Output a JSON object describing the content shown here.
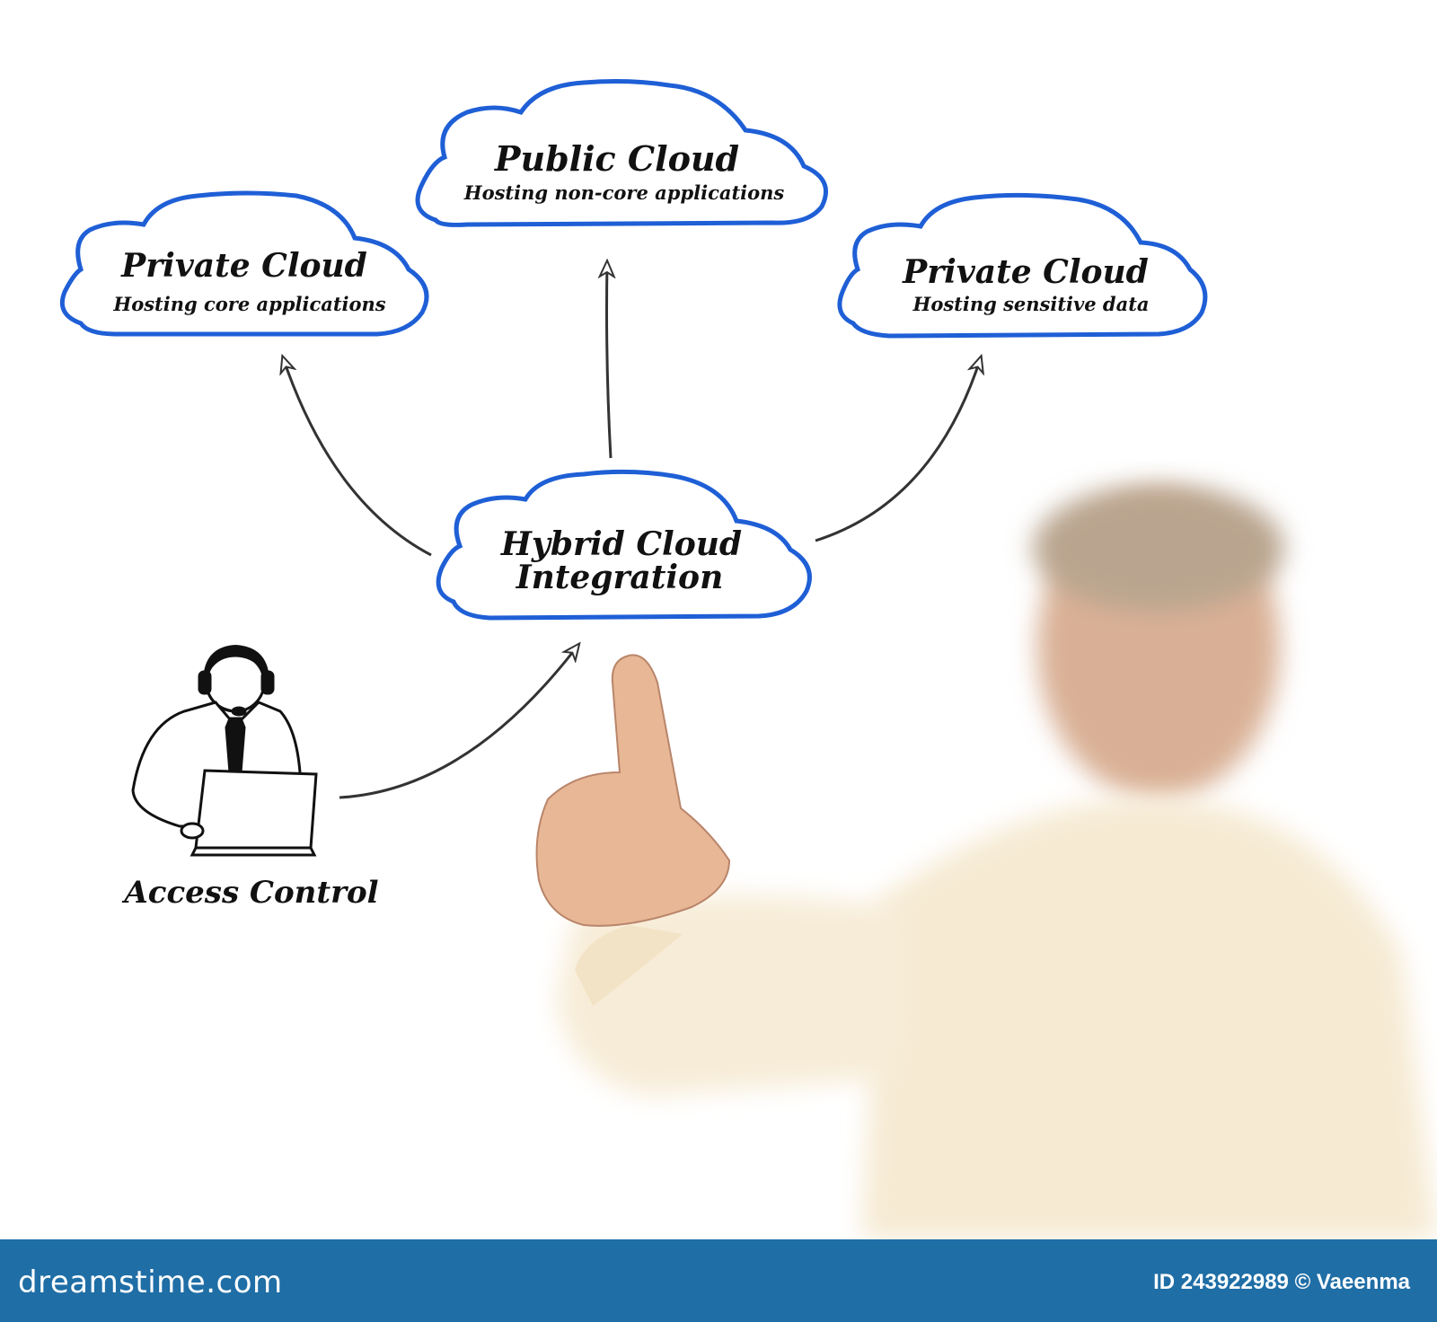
{
  "clouds": {
    "public": {
      "title": "Public Cloud",
      "subtitle": "Hosting non-core applications"
    },
    "private_left": {
      "title": "Private Cloud",
      "subtitle": "Hosting core applications"
    },
    "private_right": {
      "title": "Private Cloud",
      "subtitle": "Hosting sensitive data"
    },
    "hybrid": {
      "title_line1": "Hybrid Cloud",
      "title_line2": "Integration"
    }
  },
  "access_control": {
    "label": "Access Control"
  },
  "footer": {
    "logo": "dreamstime.com",
    "id_text": "ID 243922989 © Vaeenma"
  },
  "colors": {
    "cloud_outline": "#1f5fd6",
    "arrow": "#333333",
    "footer_bar": "#1f6ea6",
    "shirt": "#f5e6cc",
    "skin": "#e7b796"
  },
  "icons": [
    "cloud-shape",
    "arrow",
    "operator-with-headset-and-laptop-icon",
    "pointing-hand"
  ]
}
